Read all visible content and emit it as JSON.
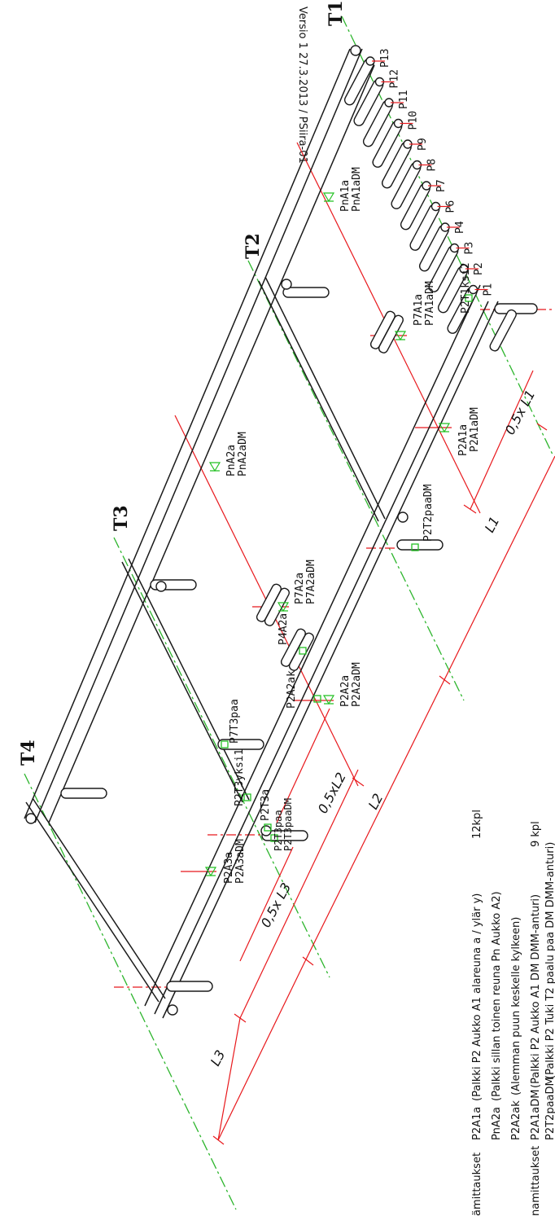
{
  "header_text": "Versio 1 27.3.2013 / PSiira-01",
  "supports": [
    "T1",
    "T2",
    "T3",
    "T4"
  ],
  "post_labels": [
    "P13",
    "P12",
    "P11",
    "P10",
    "P9",
    "P8",
    "P7",
    "P6",
    "P4",
    "P3",
    "P2",
    "P1"
  ],
  "sensor_labels": {
    "pna1a": [
      "PnA1a",
      "PnA1aDM"
    ],
    "p7a1a": [
      "P7A1a",
      "P7A1aDM"
    ],
    "p2t1": "P2T1ksi2",
    "p2a1a": [
      "P2A1a",
      "P2A1aDM"
    ],
    "pna2a": [
      "PnA2a",
      "PnA2aDM"
    ],
    "p2t2": "P2T2paaDM",
    "p7a2a": [
      "P7A2a",
      "P7A2aDM"
    ],
    "p4a2a": "P4A2a",
    "p2a2a": [
      "P2A2a",
      "P2A2aDM"
    ],
    "p2a2ak": "P2A2ak",
    "p7t3": "P7T3paa",
    "p2t3yksi": "P2T3yksi1",
    "p2t3a": "P2T3a",
    "p2t3paa": [
      "P2T3paa",
      "P2T3paaDM"
    ],
    "p2a3a": [
      "P2A3a",
      "P2A3aDM"
    ]
  },
  "dimension_labels": {
    "l1": "L1",
    "half_l1": "0,5x L1",
    "l2": "L2",
    "half_l2": "0,5xL2",
    "l3": "L3",
    "half_l3": "0,5x L3"
  },
  "legend": {
    "group1_title": "ämittaukset",
    "group1_rows": [
      {
        "code": "P2A1a",
        "desc": "(Palkki P2 Aukko A1 alareuna a / ylär y)",
        "count": "12kpl"
      },
      {
        "code": "PnA2a",
        "desc": "(Palkki sillan toinen reuna Pn Aukko A2)",
        "count": ""
      },
      {
        "code": "P2A2ak",
        "desc": "(Alemman puun keskelle kylkeen)",
        "count": ""
      }
    ],
    "group2_title": "namittaukset",
    "group2_rows": [
      {
        "code": "P2A1aDM",
        "desc": "(Palkki P2 Aukko A1 DM DMM-anturi)",
        "count": "9 kpl"
      },
      {
        "code": "P2T2paaDM",
        "desc": "(Palkki P2 Tuki T2 paalu paa DM DMM-anturi)",
        "count": ""
      }
    ]
  },
  "colors": {
    "beam": "#1a1a1a",
    "axis": "#2db52d",
    "dimension": "#e8181c",
    "sensor": "#22c022"
  }
}
